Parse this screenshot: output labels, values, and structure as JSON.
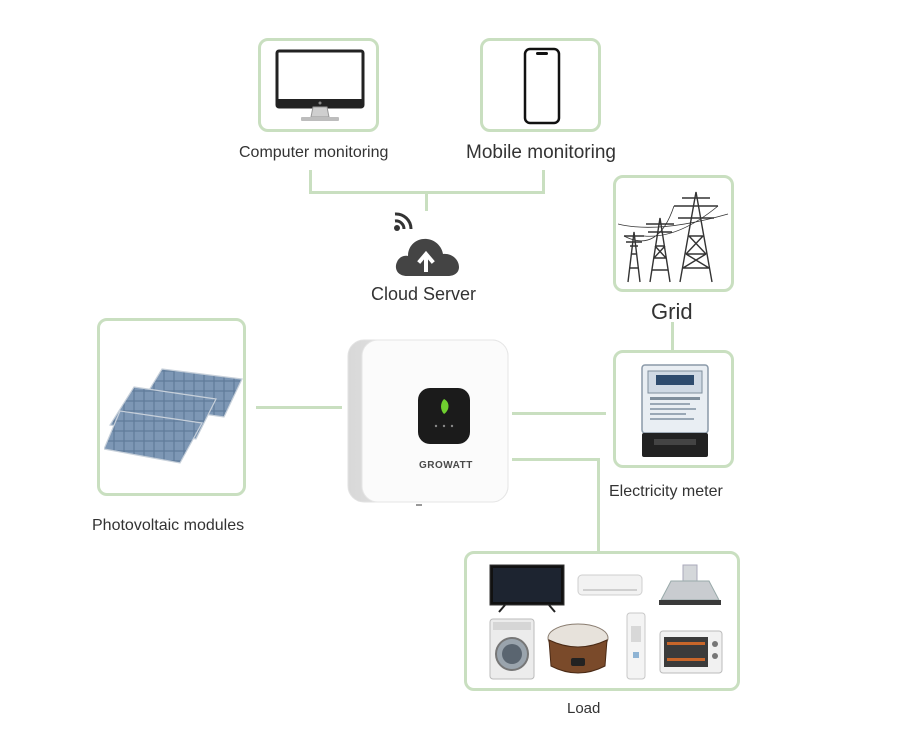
{
  "labels": {
    "computer": "Computer monitoring",
    "mobile": "Mobile monitoring",
    "cloud": "Cloud Server",
    "grid": "Grid",
    "meter": "Electricity meter",
    "pv": "Photovoltaic modules",
    "load": "Load",
    "brand": "GROWATT"
  },
  "icons": [
    "monitor-icon",
    "smartphone-icon",
    "wifi-icon",
    "cloud-upload-icon",
    "power-tower-icon",
    "electricity-meter-icon",
    "solar-panel-icon",
    "inverter-icon",
    "tv-icon",
    "air-conditioner-icon",
    "range-hood-icon",
    "washing-machine-icon",
    "rice-cooker-icon",
    "water-purifier-icon",
    "oven-icon"
  ],
  "colors": {
    "connector": "#c9dfc0",
    "accent_led": "#6fcf2f"
  }
}
